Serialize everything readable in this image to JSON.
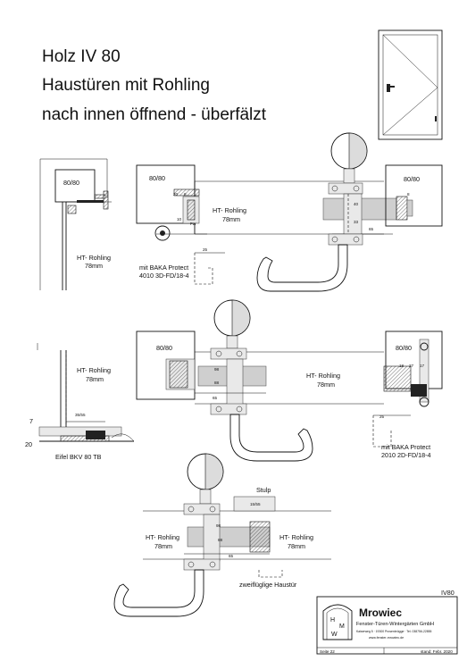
{
  "title": {
    "line1": "Holz IV 80",
    "line2": "Haustüren mit Rohling",
    "line3": "nach innen öffnend - überfälzt"
  },
  "labels": {
    "frame_8080": "80/80",
    "ht_rohling": "HT- Rohling",
    "thickness_78": "78mm",
    "baka_1_line1": "mit BAKA Protect",
    "baka_1_line2": "4010 3D-FD/18-4",
    "baka_2_line1": "mit BAKA Protect",
    "baka_2_line2": "2010 2D-FD/18-4",
    "eifel": "Eifel BKV 80 TB",
    "threshold_dim": "35/55",
    "stulp": "Stulp",
    "stulp_dim": "15/55",
    "zweifluegelig": "zweiflüglige Haustür",
    "dim_20": "20",
    "dim_7": "7"
  },
  "dims": [
    "98",
    "88",
    "65",
    "40",
    "25",
    "35",
    "31",
    "20",
    "27",
    "18",
    "17",
    "12",
    "8"
  ],
  "footer": {
    "code": "IV80",
    "company": "Mrowiec",
    "subtitle": "Fenster-Türen-Wintergärten GmbH",
    "address": "Kaiserweg 5 · 19300 Prosenbrügge · Tel. 038756-22855",
    "web": "www.fenster-mrowiec.de",
    "page": "Seite 22",
    "date": "stand: Febr. 2020",
    "logo_letters": [
      "H",
      "M",
      "W"
    ]
  }
}
